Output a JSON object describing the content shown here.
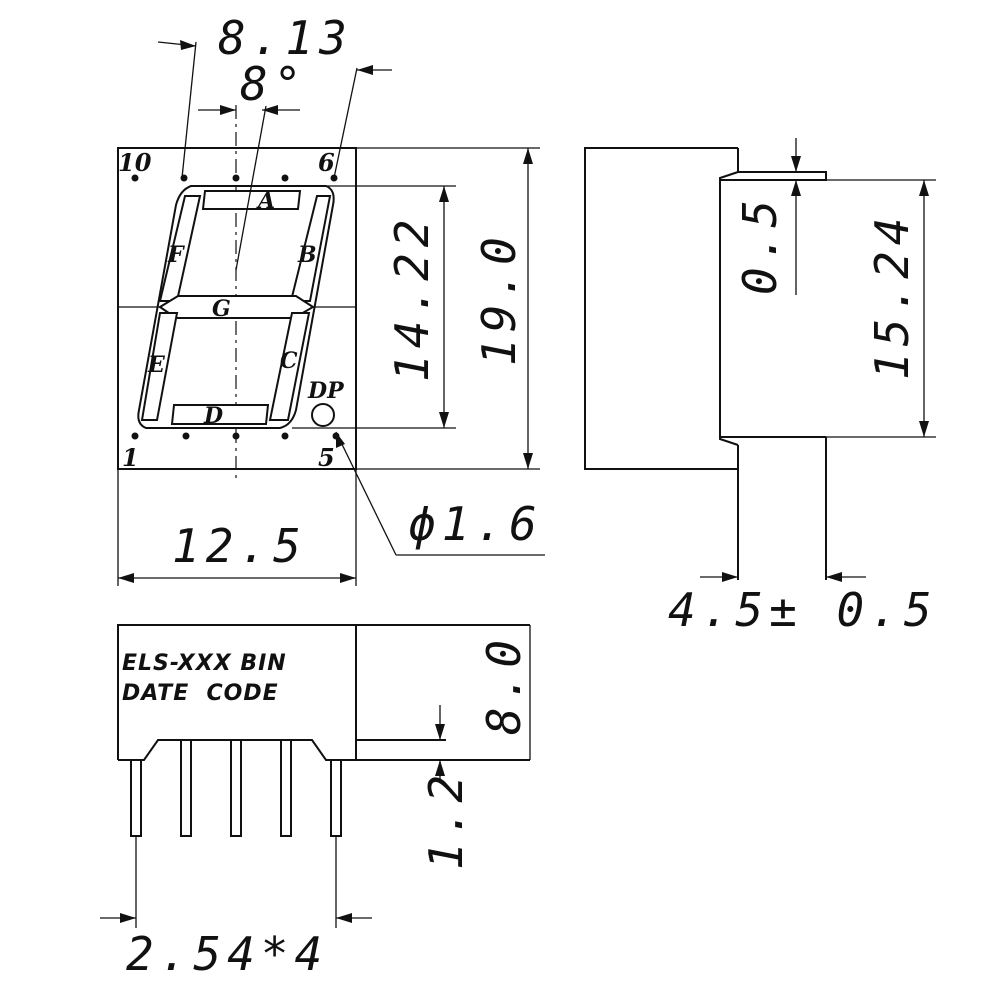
{
  "front_view": {
    "dims": {
      "width": "12.5",
      "height": "19.0",
      "digit_height": "14.22",
      "slant_span": "8.13",
      "slant_angle": "8°",
      "dp_diameter": "ϕ1.6"
    },
    "segments": {
      "a": "A",
      "b": "B",
      "c": "C",
      "d": "D",
      "e": "E",
      "f": "F",
      "g": "G",
      "dp": "DP"
    },
    "pins": {
      "top_left": "10",
      "top_right": "6",
      "bottom_left": "1",
      "bottom_right": "5"
    }
  },
  "side_view": {
    "dims": {
      "standoff": "0.5",
      "pin_span": "15.24",
      "depth": "4.5± 0.5"
    }
  },
  "bottom_view": {
    "marking": {
      "line1": "ELS-XXX BIN",
      "line2": "DATE  CODE"
    },
    "dims": {
      "height": "8.0",
      "pin_offset": "1.2",
      "pitch": "2.54*4"
    }
  }
}
